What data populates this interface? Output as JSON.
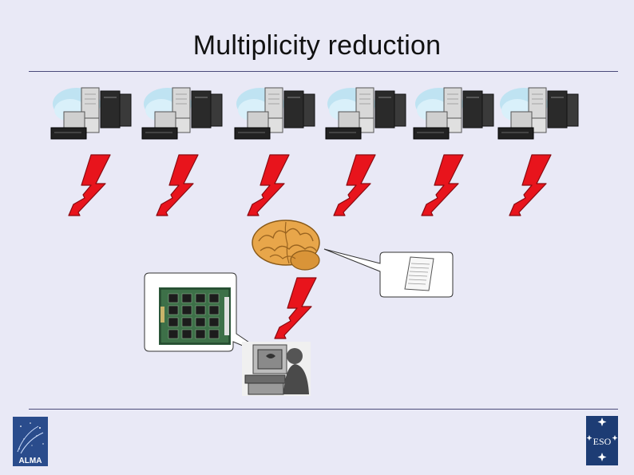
{
  "slide": {
    "title": "Multiplicity reduction"
  },
  "logos": {
    "alma_text": "ALMA",
    "eso_text": "ESO"
  },
  "colors": {
    "background": "#e9e9f6",
    "rule": "#4a4a7a",
    "bolt_fill": "#e8141c",
    "bolt_outline": "#8a0a10",
    "brain": "#e8a64a",
    "alma_blue": "#2a4c8c",
    "eso_blue": "#1d3c74"
  },
  "diagram": {
    "server_count": 6,
    "bolt_count": 7,
    "icons": [
      "server-cluster-icon",
      "lightning-bolt-icon",
      "brain-icon",
      "document-icon",
      "circuit-board-icon",
      "operator-at-computer-icon"
    ]
  }
}
